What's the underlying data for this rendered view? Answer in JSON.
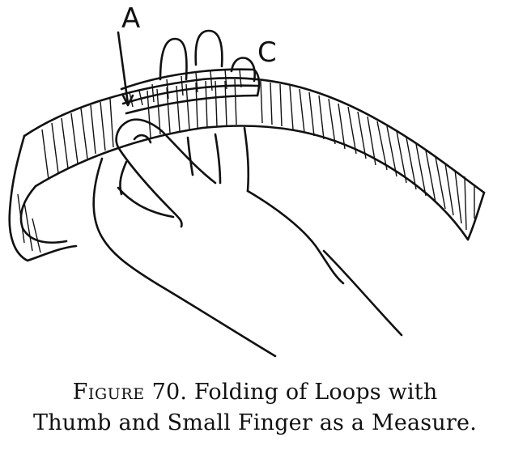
{
  "labels": {
    "a": "A",
    "c": "C"
  },
  "caption": {
    "figure_word": "Figure",
    "figure_number": "70.",
    "line1_rest": "Folding of Loops with",
    "line2": "Thumb and Small Finger as a Measure."
  },
  "colors": {
    "ink": "#111111",
    "paper": "#ffffff"
  }
}
